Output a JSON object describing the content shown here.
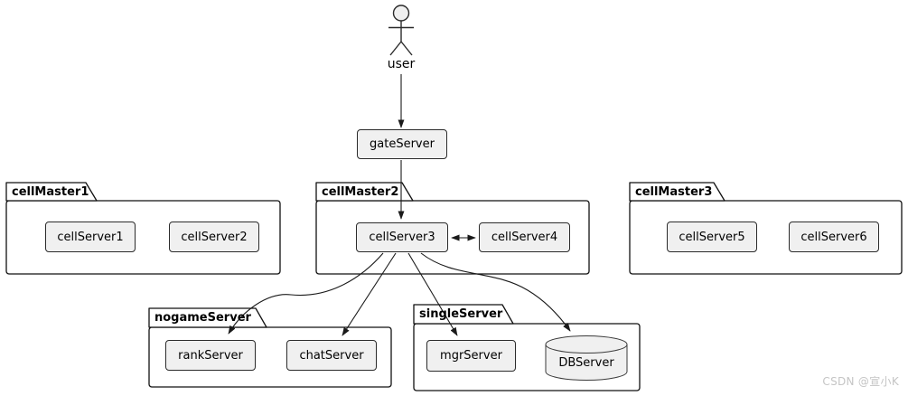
{
  "actor": {
    "label": "user"
  },
  "nodes": {
    "gateServer": "gateServer",
    "cellServer1": "cellServer1",
    "cellServer2": "cellServer2",
    "cellServer3": "cellServer3",
    "cellServer4": "cellServer4",
    "cellServer5": "cellServer5",
    "cellServer6": "cellServer6",
    "rankServer": "rankServer",
    "chatServer": "chatServer",
    "mgrServer": "mgrServer",
    "DBServer": "DBServer"
  },
  "packages": {
    "cellMaster1": {
      "title": "cellMaster1",
      "items": [
        "cellServer1",
        "cellServer2"
      ]
    },
    "cellMaster2": {
      "title": "cellMaster2",
      "items": [
        "cellServer3",
        "cellServer4"
      ]
    },
    "cellMaster3": {
      "title": "cellMaster3",
      "items": [
        "cellServer5",
        "cellServer6"
      ]
    },
    "nogameServer": {
      "title": "nogameServer",
      "items": [
        "rankServer",
        "chatServer"
      ]
    },
    "singleServer": {
      "title": "singleServer",
      "items": [
        "mgrServer",
        "DBServer"
      ]
    }
  },
  "edges": [
    {
      "from": "user",
      "to": "gateServer",
      "type": "arrow"
    },
    {
      "from": "gateServer",
      "to": "cellServer3",
      "type": "arrow"
    },
    {
      "from": "cellServer3",
      "to": "cellServer4",
      "type": "double-arrow"
    },
    {
      "from": "cellServer3",
      "to": "rankServer",
      "type": "arrow"
    },
    {
      "from": "cellServer3",
      "to": "chatServer",
      "type": "arrow"
    },
    {
      "from": "cellServer3",
      "to": "mgrServer",
      "type": "arrow"
    },
    {
      "from": "cellServer3",
      "to": "DBServer",
      "type": "arrow"
    }
  ],
  "watermark": "CSDN @宣小K",
  "colors": {
    "background": "#ffffff",
    "node_fill": "#f0f0f0",
    "node_border": "#2b2b2b",
    "package_border": "#111111",
    "edge": "#1a1a1a",
    "watermark": "#c5c5c5"
  }
}
